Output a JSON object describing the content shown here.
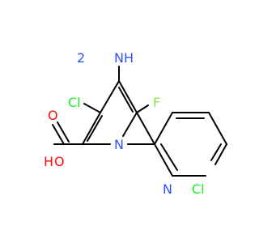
{
  "molecule": {
    "colors": {
      "bond": "#000000",
      "N": "#3050F8",
      "O": "#FF0D0D",
      "Cl": "#1FF01F",
      "F": "#90E050"
    },
    "atoms": {
      "amino_n": "N",
      "amino_h": "H",
      "amino_h_count": "2",
      "chloro_ring": "Cl",
      "fluoro": "F",
      "pyridine_n": "N",
      "carbonyl_o": "O",
      "hydroxyl_o": "O",
      "hydroxyl_h": "H",
      "pyridine2_n": "N",
      "chloro_pyridine2": "Cl"
    }
  }
}
